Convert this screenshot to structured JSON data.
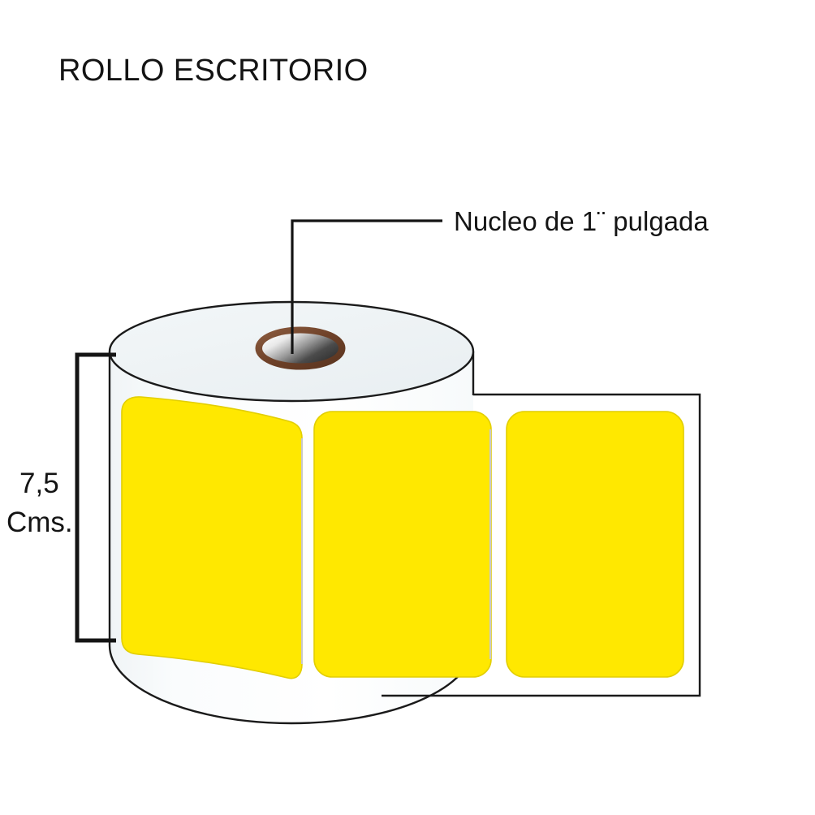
{
  "page": {
    "background_color": "#FFFFFF",
    "title": "ROLLO ESCRITORIO"
  },
  "annotations": {
    "core_label": "Nucleo de 1¨ pulgada",
    "height_value": "7,5",
    "height_unit": "Cms."
  },
  "colors": {
    "label_yellow": "#FFE800",
    "label_yellow_edge": "#F5DE00",
    "roll_body": "#F4F7F8",
    "roll_top": "#EEF3F5",
    "core_ring": "#7A4A32",
    "core_inner_light": "#FAFAFA",
    "core_inner_dark": "#3C3C3C",
    "outline": "#1A1A1A",
    "text": "#141414"
  },
  "graphic": {
    "type": "product-illustration",
    "subject": "roll-of-labels",
    "labels_visible": 3,
    "leader_line_from": "roll-core",
    "dimension_bracket_side": "left"
  },
  "icons": {
    "leader_line": "leader-line",
    "dimension_bracket": "bracket-icon"
  }
}
